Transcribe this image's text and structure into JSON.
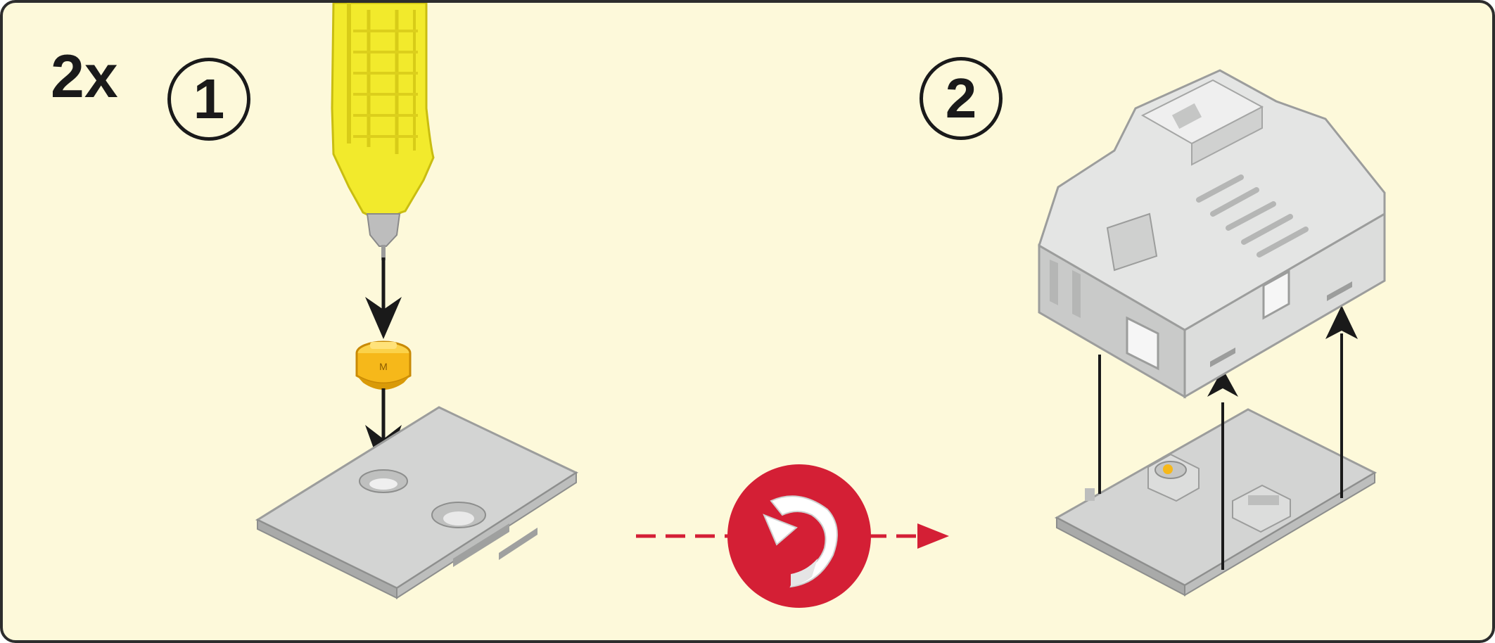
{
  "header": {
    "multiplier": "2x"
  },
  "steps": [
    {
      "number": "1"
    },
    {
      "number": "2"
    }
  ],
  "colors": {
    "panel_background": "#fdf9da",
    "panel_border": "#2d2d2d",
    "screwdriver_yellow": "#f2ea2c",
    "nut_yellow": "#f6b81a",
    "part_grey": "#d3d4d3",
    "rotate_red": "#d41f35",
    "arrow_dark": "#1a1a1a"
  },
  "icons": [
    "screwdriver-icon",
    "nut-icon",
    "base-plate-icon",
    "rotate-icon",
    "building-block-icon",
    "direction-arrow-icon"
  ]
}
